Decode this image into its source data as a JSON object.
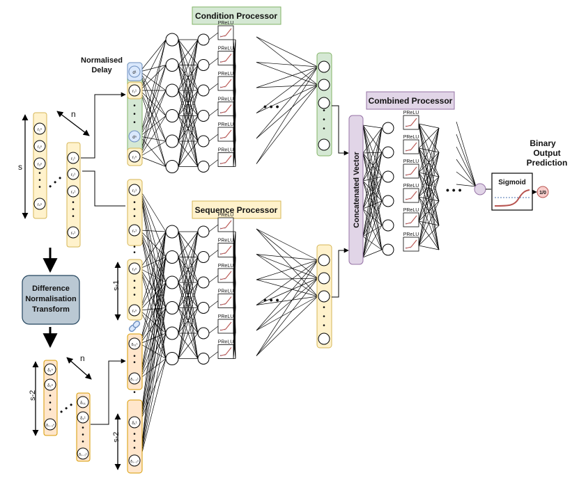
{
  "titles": {
    "condition_processor": "Condition Processor",
    "sequence_processor": "Sequence Processor",
    "combined_processor": "Combined Processor",
    "normalised_delay_line1": "Normalised",
    "normalised_delay_line2": "Delay",
    "concatenated_vector": "Concatenated Vector",
    "binary_output_line1": "Binary",
    "binary_output_line2": "Output",
    "binary_output_line3": "Prediction",
    "transform_line1": "Difference",
    "transform_line2": "Normalisation",
    "transform_line3": "Transform"
  },
  "dimension_labels": {
    "s": "s",
    "n": "n",
    "s_minus_1": "s-1",
    "s_minus_2": "s-2"
  },
  "activation": "PReLU",
  "sigmoid_label": "Sigmoid",
  "output_label": "1/0",
  "ellipsis": "• • •",
  "colors": {
    "condition_fill": "#d5e8d4",
    "condition_stroke": "#82b366",
    "sequence_fill": "#fff2cc",
    "sequence_stroke": "#d6b656",
    "combined_fill": "#e1d5e7",
    "combined_stroke": "#9673a6",
    "transform_fill": "#bac8d3",
    "transform_stroke": "#23445d",
    "delta_fill": "#ffe6cc",
    "delta_stroke": "#d79b00",
    "delay_node_fill": "#dae8fc",
    "output_node_fill": "#f8cecc",
    "output_node_stroke": "#b85450"
  },
  "node_labels": {
    "input_matrix_col1": [
      "r₁ⁿ",
      "r₂ⁿ",
      "r₃ⁿ",
      "rₛⁿ"
    ],
    "input_matrix_col2": [
      "r₁¹",
      "r₂¹",
      "r₃¹",
      "rₛ¹"
    ],
    "delay_column": [
      "d¹",
      "r₁¹",
      "dⁿ",
      "r₁ⁿ"
    ],
    "sequence_column": [
      "r₂¹",
      "rₛ¹",
      "r₂ⁿ",
      "rₛⁿ",
      "δ₀₁¹",
      "δₛ₋₁¹",
      "δ₁¹",
      "δₛ₋₁ⁿ"
    ],
    "delta_matrix_col1": [
      "δ₁ⁿ",
      "δ₂ⁿ",
      "δₛ₋₁ⁿ"
    ],
    "delta_matrix_col2": [
      "δ₀₁",
      "δ₂¹",
      "δₛ₋₁¹"
    ]
  }
}
